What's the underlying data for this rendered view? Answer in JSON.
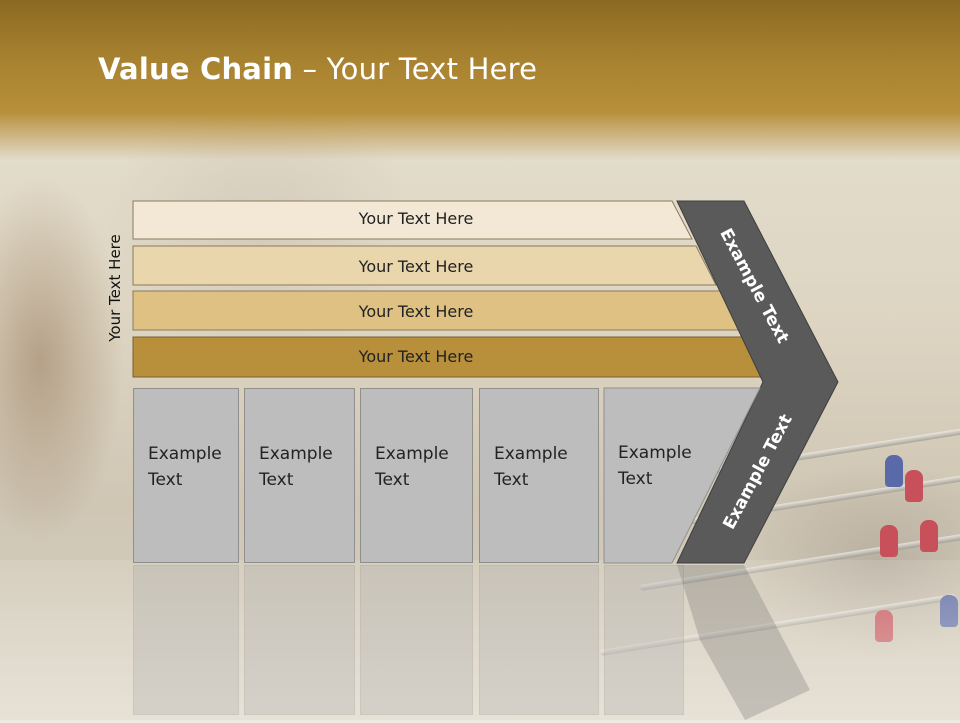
{
  "title": {
    "bold": "Value Chain",
    "rest": " – Your Text Here"
  },
  "side_label": "Your Text Here",
  "rows": [
    {
      "label": "Your Text Here",
      "color": "#f3e8d5"
    },
    {
      "label": "Your Text Here",
      "color": "#e9d6ad"
    },
    {
      "label": "Your Text Here",
      "color": "#dfc184"
    },
    {
      "label": "Your Text Here",
      "color": "#b8903c"
    }
  ],
  "cards": [
    {
      "line1": "Example",
      "line2": "Text"
    },
    {
      "line1": "Example",
      "line2": "Text"
    },
    {
      "line1": "Example",
      "line2": "Text"
    },
    {
      "line1": "Example",
      "line2": "Text"
    },
    {
      "line1": "Example",
      "line2": "Text"
    }
  ],
  "chevron": {
    "upper_text": "Example Text",
    "lower_text": "Example Text",
    "color": "#5a5a5a"
  }
}
